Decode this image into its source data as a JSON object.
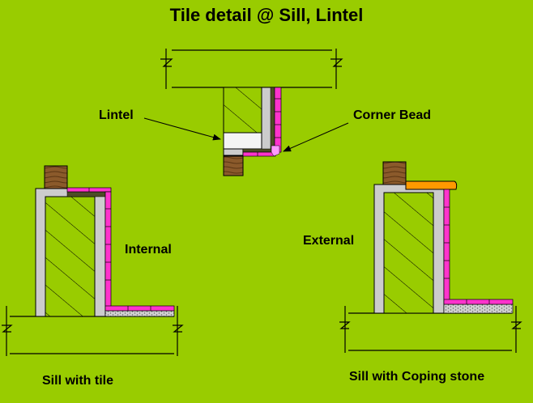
{
  "title": "Tile detail @ Sill, Lintel",
  "labels": {
    "lintel": "Lintel",
    "corner_bead": "Corner Bead",
    "internal": "Internal",
    "external": "External",
    "sill_with_tile": "Sill with tile",
    "sill_with_coping": "Sill with Coping stone"
  },
  "colors": {
    "background": "#99cc00",
    "slab": "#99cc00",
    "wall": "#cccccc",
    "tile": "#ff33cc",
    "tile_bed": "#4d4d26",
    "wood": "#8b5a2b",
    "coping_stone": "#ff9900",
    "screed": "#c8c8c8",
    "lintel": "#f4f4f4"
  }
}
